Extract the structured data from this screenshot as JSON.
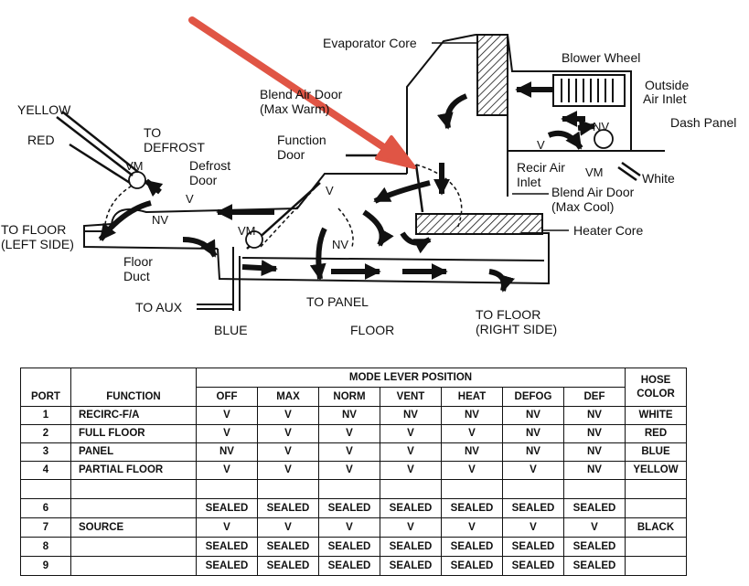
{
  "diagram": {
    "labels": {
      "evaporator_core": "Evaporator Core",
      "blower_wheel": "Blower Wheel",
      "outside_air_inlet_1": "Outside",
      "outside_air_inlet_2": "Air Inlet",
      "dash_panel": "Dash Panel",
      "blend_air_door_max_warm_1": "Blend Air Door",
      "blend_air_door_max_warm_2": "(Max Warm)",
      "yellow": "YELLOW",
      "red": "RED",
      "to_defrost_1": "TO",
      "to_defrost_2": "DEFROST",
      "function_door_1": "Function",
      "function_door_2": "Door",
      "defrost_door_1": "Defrost",
      "defrost_door_2": "Door",
      "vm_left": "VM",
      "v_defrost": "V",
      "nv_left": "NV",
      "to_floor_left_1": "TO FLOOR",
      "to_floor_left_2": "(LEFT SIDE)",
      "floor_duct_1": "Floor",
      "floor_duct_2": "Duct",
      "vm_center": "VM",
      "v_center": "V",
      "nv_center": "NV",
      "to_aux": "TO AUX",
      "blue": "BLUE",
      "to_panel": "TO PANEL",
      "floor": "FLOOR",
      "to_floor_right_1": "TO FLOOR",
      "to_floor_right_2": "(RIGHT SIDE)",
      "recirc_air_inlet_1": "Recir Air",
      "recirc_air_inlet_2": "Inlet",
      "blend_air_door_max_cool_1": "Blend Air Door",
      "blend_air_door_max_cool_2": "(Max Cool)",
      "heater_core": "Heater Core",
      "v_right": "V",
      "nv_right": "NV",
      "vm_right": "VM",
      "white": "White"
    },
    "arrow_color": "#e05545"
  },
  "table": {
    "headers": {
      "port": "PORT",
      "function": "FUNCTION",
      "mode_lever_position": "MODE LEVER POSITION",
      "hose_color_1": "HOSE",
      "hose_color_2": "COLOR",
      "positions": [
        "OFF",
        "MAX",
        "NORM",
        "VENT",
        "HEAT",
        "DEFOG",
        "DEF"
      ]
    },
    "rows": [
      {
        "port": "1",
        "function": "RECIRC-F/A",
        "values": [
          "V",
          "V",
          "NV",
          "NV",
          "NV",
          "NV",
          "NV"
        ],
        "hose": "WHITE"
      },
      {
        "port": "2",
        "function": "FULL FLOOR",
        "values": [
          "V",
          "V",
          "V",
          "V",
          "V",
          "NV",
          "NV"
        ],
        "hose": "RED"
      },
      {
        "port": "3",
        "function": "PANEL",
        "values": [
          "NV",
          "V",
          "V",
          "V",
          "NV",
          "NV",
          "NV"
        ],
        "hose": "BLUE"
      },
      {
        "port": "4",
        "function": "PARTIAL FLOOR",
        "values": [
          "V",
          "V",
          "V",
          "V",
          "V",
          "V",
          "NV"
        ],
        "hose": "YELLOW"
      },
      {
        "port": "",
        "function": "",
        "values": [
          "",
          "",
          "",
          "",
          "",
          "",
          ""
        ],
        "hose": ""
      },
      {
        "port": "6",
        "function": "",
        "values": [
          "SEALED",
          "SEALED",
          "SEALED",
          "SEALED",
          "SEALED",
          "SEALED",
          "SEALED"
        ],
        "hose": ""
      },
      {
        "port": "7",
        "function": "SOURCE",
        "values": [
          "V",
          "V",
          "V",
          "V",
          "V",
          "V",
          "V"
        ],
        "hose": "BLACK"
      },
      {
        "port": "8",
        "function": "",
        "values": [
          "SEALED",
          "SEALED",
          "SEALED",
          "SEALED",
          "SEALED",
          "SEALED",
          "SEALED"
        ],
        "hose": ""
      },
      {
        "port": "9",
        "function": "",
        "values": [
          "SEALED",
          "SEALED",
          "SEALED",
          "SEALED",
          "SEALED",
          "SEALED",
          "SEALED"
        ],
        "hose": ""
      }
    ]
  }
}
